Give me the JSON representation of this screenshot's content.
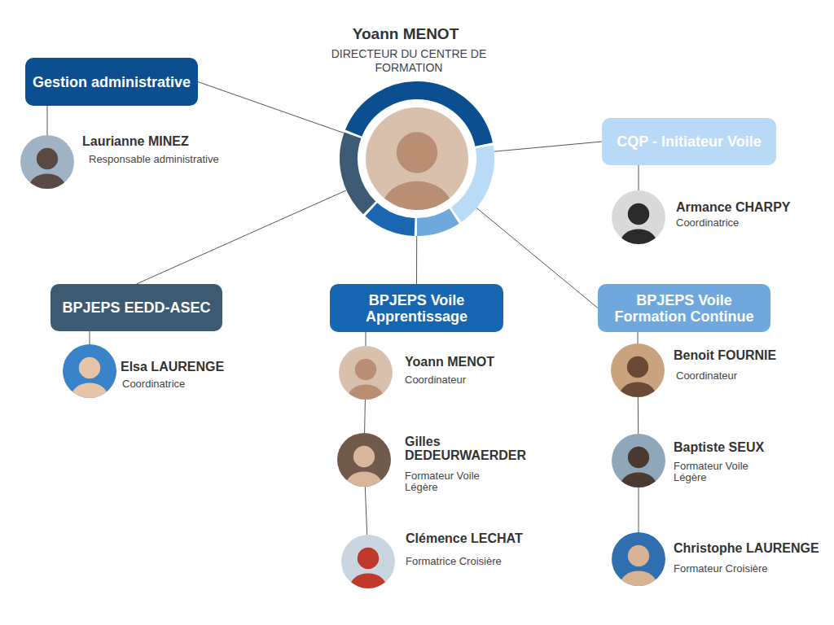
{
  "diagram": {
    "nodes": [
      {
        "text": [
          "Yoann MENOT",
          "DIRECTEUR DU CENTRE DE FORMATION"
        ]
      },
      {
        "text": [
          "Gestion administrative"
        ]
      },
      {
        "text": [
          "Laurianne MINEZ",
          "Responsable administrative"
        ]
      },
      {
        "text": [
          "CQP - Initiateur Voile"
        ]
      },
      {
        "text": [
          "Armance CHARPY",
          "Coordinatrice"
        ]
      },
      {
        "text": [
          "BPJEPS EEDD-ASEC"
        ]
      },
      {
        "text": [
          "Elsa LAURENGE",
          "Coordinatrice"
        ]
      },
      {
        "text": [
          "BPJEPS Voile Apprentissage"
        ]
      },
      {
        "text": [
          "Yoann MENOT",
          "Coordinateur"
        ]
      },
      {
        "text": [
          "Gilles DEDEURWAERDER",
          "Formateur Voile Légère"
        ]
      },
      {
        "text": [
          "Clémence LECHAT",
          "Formatrice Croisière"
        ]
      },
      {
        "text": [
          "BPJEPS Voile Formation Continue"
        ]
      },
      {
        "text": [
          "Benoit FOURNIE",
          "Coordinateur"
        ]
      },
      {
        "text": [
          "Baptiste SEUX",
          "Formateur Voile Légère"
        ]
      },
      {
        "text": [
          "Christophe LAURENGE",
          "Formateur Croisière"
        ]
      }
    ],
    "edges": [
      {
        "from": 0,
        "to": 1,
        "arrow": "none"
      },
      {
        "from": 0,
        "to": 3,
        "arrow": "none"
      },
      {
        "from": 0,
        "to": 5,
        "arrow": "none"
      },
      {
        "from": 0,
        "to": 7,
        "arrow": "none"
      },
      {
        "from": 0,
        "to": 11,
        "arrow": "none"
      },
      {
        "from": 1,
        "to": 2,
        "arrow": "none"
      },
      {
        "from": 3,
        "to": 4,
        "arrow": "none"
      },
      {
        "from": 5,
        "to": 6,
        "arrow": "none"
      },
      {
        "from": 7,
        "to": 8,
        "arrow": "none"
      },
      {
        "from": 8,
        "to": 9,
        "arrow": "none"
      },
      {
        "from": 9,
        "to": 10,
        "arrow": "none"
      },
      {
        "from": 11,
        "to": 12,
        "arrow": "none"
      },
      {
        "from": 12,
        "to": 13,
        "arrow": "none"
      },
      {
        "from": 13,
        "to": 14,
        "arrow": "none"
      }
    ]
  }
}
